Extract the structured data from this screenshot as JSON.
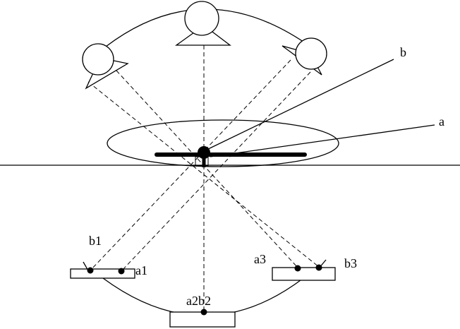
{
  "labels": {
    "a": "a",
    "b": "b",
    "b1": "b1",
    "a1": "a1",
    "a2b2": "a2b2",
    "a3": "a3",
    "b3": "b3"
  },
  "colors": {
    "stroke": "#000000",
    "background": "#ffffff"
  }
}
